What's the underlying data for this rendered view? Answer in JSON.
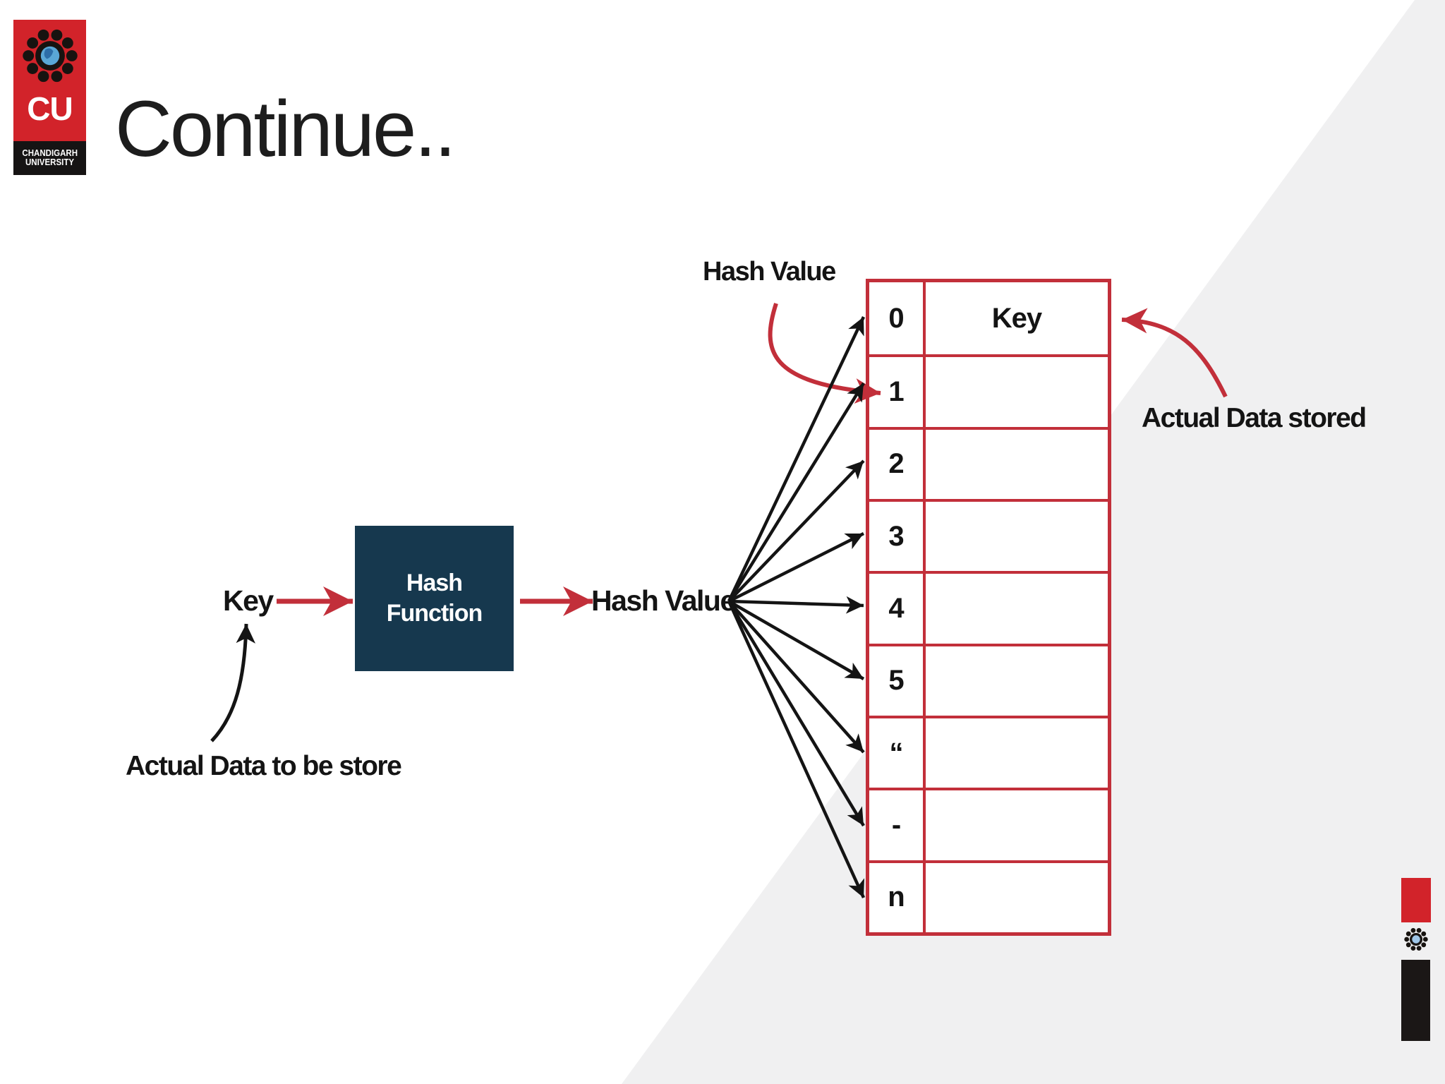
{
  "slide": {
    "title": "Continue.."
  },
  "logo": {
    "abbr": "CU",
    "line1": "CHANDIGARH",
    "line2": "UNIVERSITY",
    "emblem_icon": "people-circle-globe-emblem"
  },
  "diagram": {
    "key_label": "Key",
    "hash_function_line1": "Hash",
    "hash_function_line2": "Function",
    "hash_value_label": "Hash Value",
    "hash_value_top_label": "Hash Value",
    "actual_store_label": "Actual Data to be store",
    "actual_stored_label": "Actual Data stored",
    "table": {
      "rows": [
        {
          "index": "0",
          "value": "Key"
        },
        {
          "index": "1",
          "value": ""
        },
        {
          "index": "2",
          "value": ""
        },
        {
          "index": "3",
          "value": ""
        },
        {
          "index": "4",
          "value": ""
        },
        {
          "index": "5",
          "value": ""
        },
        {
          "index": "“",
          "value": ""
        },
        {
          "index": "-",
          "value": ""
        },
        {
          "index": "n",
          "value": ""
        }
      ]
    },
    "colors": {
      "diagram_red": "#c22f3a",
      "logo_red": "#d2232a",
      "navy_box": "#16384e",
      "arrow_black": "#141414",
      "background_triangle_gray": "#f0f0f1"
    }
  }
}
